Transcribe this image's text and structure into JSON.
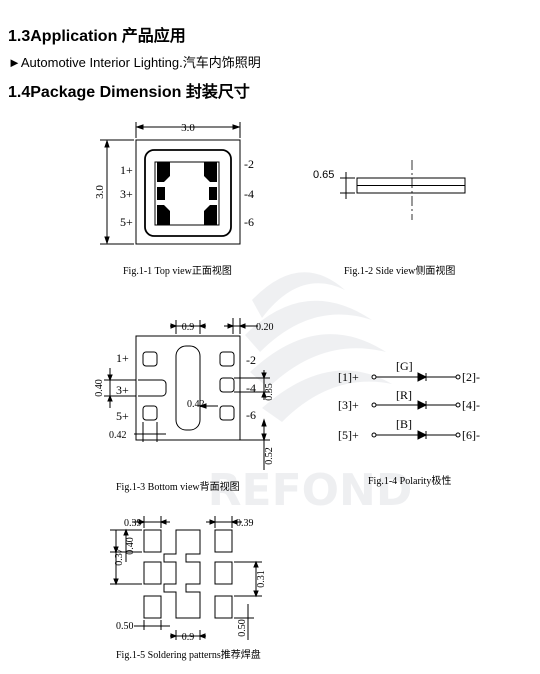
{
  "section13": {
    "title": "1.3Application 产品应用"
  },
  "application": {
    "marker": "►",
    "text": "Automotive Interior Lighting.汽车内饰照明"
  },
  "section14": {
    "title": "1.4Package Dimension 封装尺寸"
  },
  "watermark": {
    "text": "REFOND"
  },
  "fig1": {
    "caption": "Fig.1-1 Top view正面视图",
    "width_dim": "3.0",
    "height_dim": "3.0",
    "pins_left": [
      "1+",
      "3+",
      "5+"
    ],
    "pins_right": [
      "-2",
      "-4",
      "-6"
    ]
  },
  "fig2": {
    "caption": "Fig.1-2 Side view侧面视图",
    "thickness": "0.65"
  },
  "fig3": {
    "caption": "Fig.1-3 Bottom view背面视图",
    "pins_left": [
      "1+",
      "3+",
      "5+"
    ],
    "pins_right": [
      "-2",
      "-4",
      "-6"
    ],
    "dims": {
      "top_center": "0.9",
      "top_right": "0.20",
      "left_v": "0.40",
      "left_bottom": "0.42",
      "center": "0.42",
      "right_v": "0.35",
      "right_bottom": "0.52"
    }
  },
  "fig4": {
    "caption": "Fig.1-4 Polarity极性",
    "rows": [
      {
        "anode": "[1]+",
        "color": "[G]",
        "cathode": "[2]-"
      },
      {
        "anode": "[3]+",
        "color": "[R]",
        "cathode": "[4]-"
      },
      {
        "anode": "[5]+",
        "color": "[B]",
        "cathode": "[6]-"
      }
    ]
  },
  "fig5": {
    "caption": "Fig.1-5 Soldering patterns推荐焊盘",
    "dims": {
      "top_left": "0.39",
      "top_right": "0.39",
      "left_v1": "0.37",
      "left_v2": "0.40",
      "right_v": "0.31",
      "bottom_left": "0.50",
      "bottom_center": "0.9",
      "bottom_right_v": "0.50"
    }
  }
}
